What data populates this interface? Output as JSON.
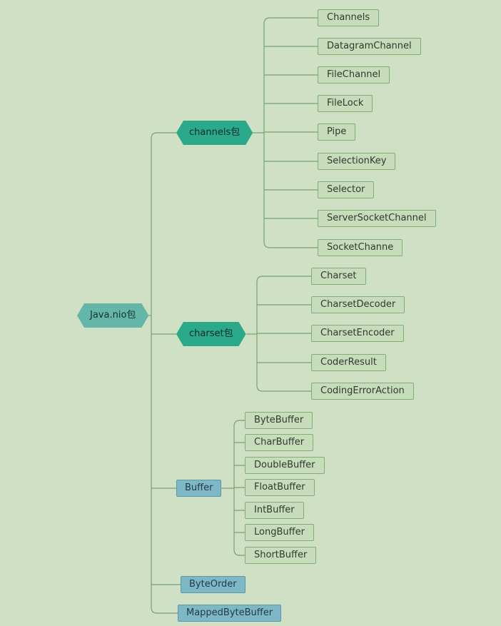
{
  "root": {
    "label": "Java.nio包"
  },
  "branches": {
    "channels": {
      "label": "channels包",
      "children": [
        "Channels",
        "DatagramChannel",
        "FileChannel",
        "FileLock",
        "Pipe",
        "SelectionKey",
        "Selector",
        "ServerSocketChannel",
        "SocketChanne"
      ]
    },
    "charset": {
      "label": "charset包",
      "children": [
        "Charset",
        "CharsetDecoder",
        "CharsetEncoder",
        "CoderResult",
        "CodingErrorAction"
      ]
    },
    "buffer": {
      "label": "Buffer",
      "children": [
        "ByteBuffer",
        "CharBuffer",
        "DoubleBuffer",
        "FloatBuffer",
        "IntBuffer",
        "LongBuffer",
        "ShortBuffer"
      ]
    },
    "byteorder": {
      "label": "ByteOrder"
    },
    "mappedbytebuffer": {
      "label": "MappedByteBuffer"
    }
  },
  "colors": {
    "background": "#cfe0c5",
    "line": "#74a46d",
    "leaf_fill": "#c6dcba",
    "leaf_border": "#7fae77",
    "hex_fill": "#2aa98b",
    "root_fill": "#63b6a8",
    "blue_fill": "#7eb8c6"
  }
}
